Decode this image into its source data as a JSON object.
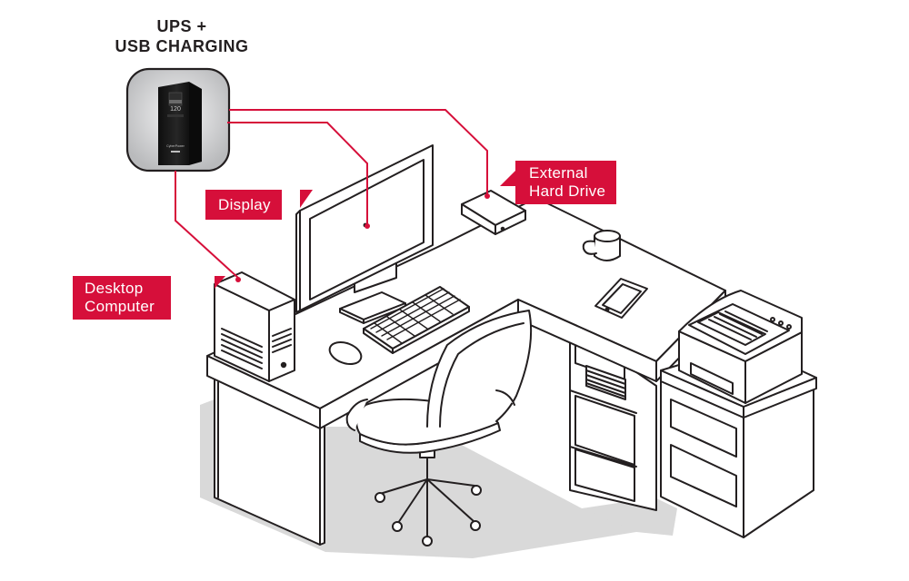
{
  "diagram": {
    "title_lines": [
      "UPS +",
      "USB CHARGING"
    ],
    "labels": {
      "display": [
        "Display"
      ],
      "external_hard_drive": [
        "External",
        "Hard Drive"
      ],
      "desktop_computer": [
        "Desktop",
        "Computer"
      ]
    },
    "device_text": {
      "ups_readout": "120",
      "ups_brand": "CyberPower"
    },
    "colors": {
      "accent": "#d60f3a",
      "line": "#231f20",
      "shadow": "#d9d9d9",
      "ups_body": "#1a1a1a",
      "ups_bg": "#cfd0d2"
    }
  }
}
